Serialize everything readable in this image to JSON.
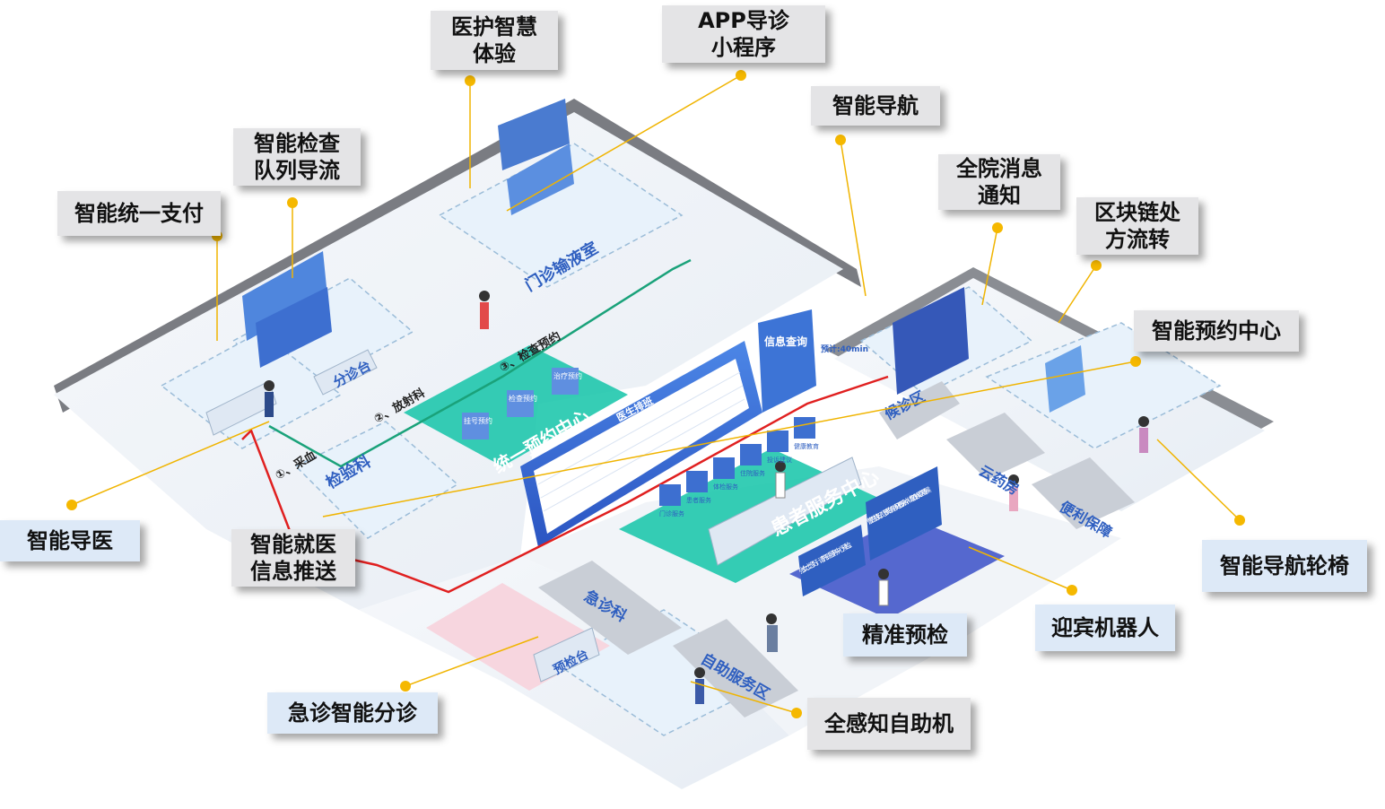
{
  "colors": {
    "callout_grey": "#e4e4e6",
    "callout_blue": "#dde9f7",
    "leader": "#f0b400",
    "teal_zone": "#13c4a8",
    "floor": "#eef3f8",
    "blue_panel": "#3a6fd8",
    "route_red": "#e02020",
    "route_green": "#1aa27a"
  },
  "callouts": {
    "medical_experience": "医护智慧\n体验",
    "app_guide": "APP导诊\n小程序",
    "smart_nav": "智能导航",
    "smart_exam_queue": "智能检查\n队列导流",
    "unified_payment": "智能统一支付",
    "hospital_notify": "全院消息\n通知",
    "blockchain": "区块链处\n方流转",
    "booking_center": "智能预约中心",
    "smart_guide_doctor": "智能导医",
    "info_push": "智能就医\n信息推送",
    "nav_wheelchair": "智能导航轮椅",
    "precise_precheck": "精准预检",
    "welcome_robot": "迎宾机器人",
    "emergency_triage": "急诊智能分诊",
    "self_service_kiosk": "全感知自助机"
  },
  "floor_labels": {
    "infusion": "门诊输液室",
    "triage_desk": "分诊台",
    "lab": "检验科",
    "unified_booking": "统一预约中心",
    "patient_service": "患者服务中心",
    "waiting": "候诊区",
    "cloud_pharmacy": "云药房",
    "convenience": "便利保障",
    "emergency": "急诊科",
    "precheck_desk": "预检台",
    "self_service": "自助服务区",
    "info_query": "信息查询",
    "doctor_schedule": "医生排班",
    "estimate": "预计:40min"
  },
  "route_steps": {
    "step1": "①、采血",
    "step2": "②、放射科",
    "step3": "③、检查预约"
  },
  "booking_kiosks": [
    "挂号预约",
    "检查预约",
    "治疗预约"
  ],
  "service_icons": [
    "门诊服务",
    "患者服务",
    "体检服务",
    "住院服务",
    "投诉建议",
    "健康教育"
  ],
  "bubble_texts": {
    "bubble1": "张女士您好，请先到服务中心预检。",
    "bubble2": "曹先生您好，您预约的时间还有5分钟，请您在候诊区等候"
  }
}
